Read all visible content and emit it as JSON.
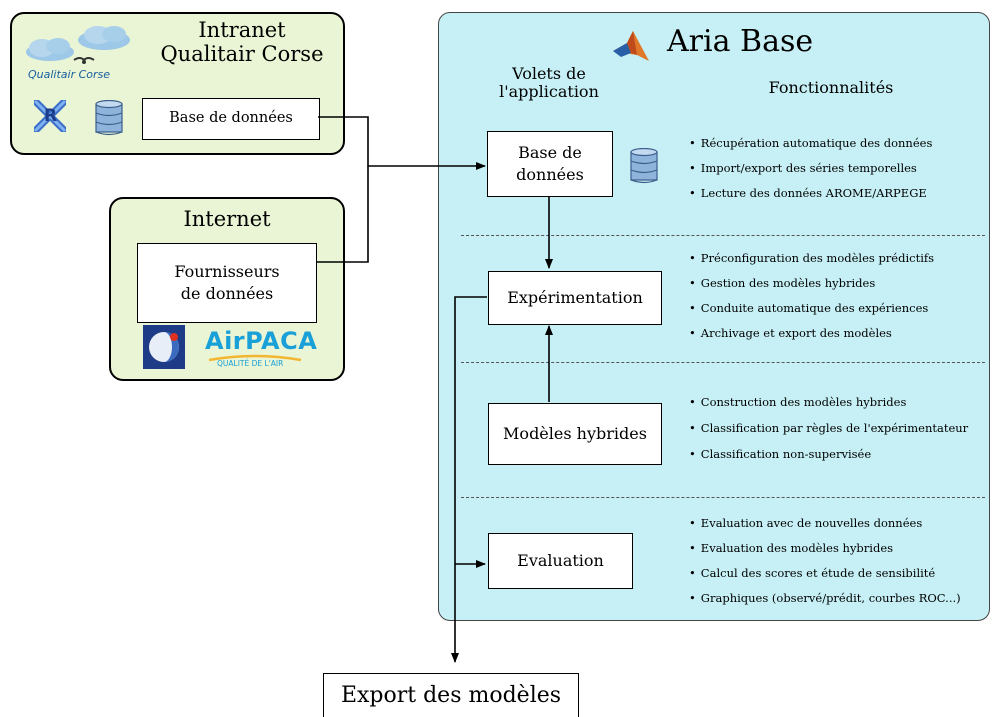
{
  "intranet": {
    "title_line1": "Intranet",
    "title_line2": "Qualitair Corse",
    "logo_text": "Qualitair Corse",
    "db_box": "Base de données"
  },
  "internet": {
    "title": "Internet",
    "provider_line1": "Fournisseurs",
    "provider_line2": "de données",
    "airpaca_main": "AirPACA",
    "airpaca_sub": "QUALITÉ DE L'AIR"
  },
  "aria": {
    "title": "Aria Base",
    "col_left_line1": "Volets de",
    "col_left_line2": "l'application",
    "col_right": "Fonctionnalités",
    "modules": [
      {
        "line1": "Base de",
        "line2": "données"
      },
      {
        "line1": "Expérimentation"
      },
      {
        "line1": "Modèles hybrides"
      },
      {
        "line1": "Evaluation"
      }
    ],
    "features": [
      [
        "Récupération automatique des données",
        "Import/export des séries temporelles",
        "Lecture des données AROME/ARPEGE"
      ],
      [
        "Préconfiguration des modèles prédictifs",
        "Gestion des modèles hybrides",
        "Conduite automatique des expériences",
        "Archivage et export des modèles"
      ],
      [
        "Construction des modèles hybrides",
        "Classification par règles de l'expérimentateur",
        "Classification non-supervisée"
      ],
      [
        "Evaluation avec de nouvelles données",
        "Evaluation des modèles hybrides",
        "Calcul des scores et étude de sensibilité",
        "Graphiques (observé/prédit, courbes ROC...)"
      ]
    ]
  },
  "export": "Export des modèles",
  "icons": {
    "r_logo_letter": "R"
  },
  "colors": {
    "green_panel": "#e9f5d4",
    "cyan_panel": "#c6f0f5",
    "db_icon": "#8fb4dc",
    "matlab_orange": "#e0782a",
    "airpaca_blue": "#1aa0d8"
  }
}
